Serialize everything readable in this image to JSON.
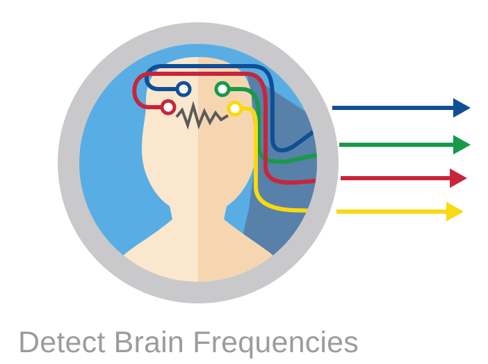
{
  "caption": "Detect Brain Frequencies",
  "icons": {
    "frame": "circular-frame-icon",
    "head": "head-silhouette-icon",
    "brainwave": "zigzag-wave-icon",
    "arrow": "arrow-right-icon"
  },
  "colors": {
    "ring": "#c9c9cb",
    "sky": "#58aee4",
    "shadow": "#5781a9",
    "skin_light": "#fbe7cd",
    "skin_dark": "#f6d6b1",
    "wave": "#5a5a5a",
    "blue": "#0f4f96",
    "green": "#169a48",
    "red": "#c8253b",
    "yellow": "#f9d90f",
    "caption": "#9c9c9c"
  },
  "electrodes": [
    {
      "name": "blue-electrode",
      "color_key": "blue"
    },
    {
      "name": "green-electrode",
      "color_key": "green"
    },
    {
      "name": "red-electrode",
      "color_key": "red"
    },
    {
      "name": "yellow-electrode",
      "color_key": "yellow"
    }
  ]
}
